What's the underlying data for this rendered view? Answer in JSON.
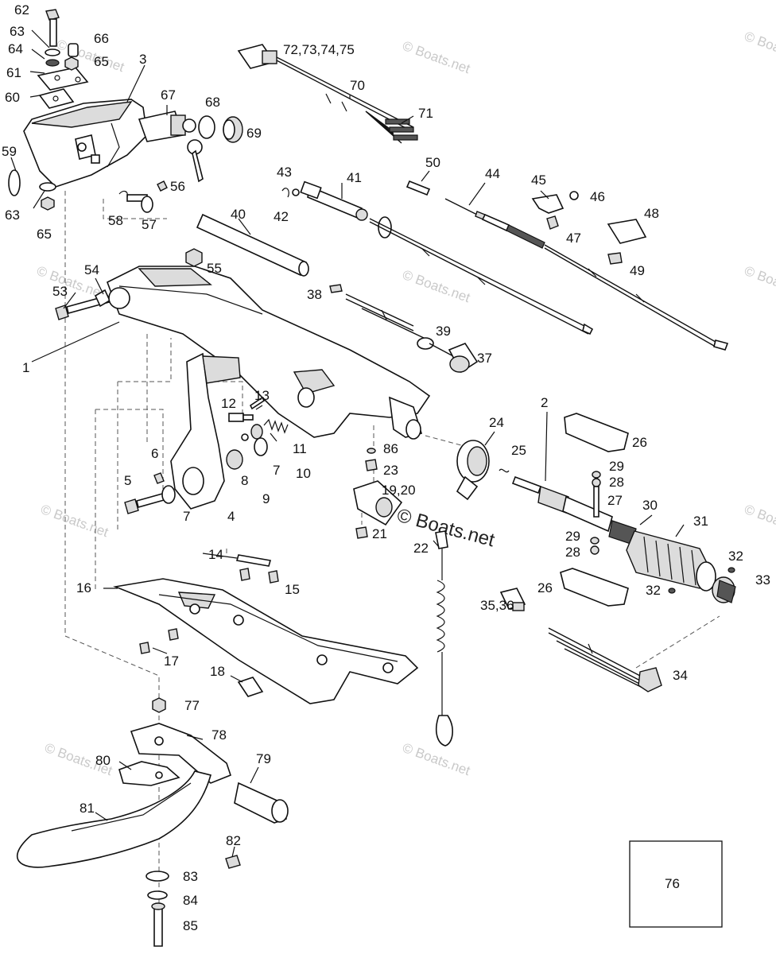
{
  "watermarks": [
    {
      "text": "© Boats.net"
    },
    {
      "text": "© Boats.net"
    },
    {
      "text": "© Boats.net"
    },
    {
      "text": "© Boats.net"
    },
    {
      "text": "© Boats.net"
    },
    {
      "text": "© Boats.net"
    },
    {
      "text": "© Boats.net"
    },
    {
      "text": "© Boats.net"
    },
    {
      "text": "© Boats.net"
    },
    {
      "text": "© Boats.net"
    }
  ],
  "center_watermark": "© Boats.net",
  "box_label": "76",
  "labels": [
    {
      "id": "62",
      "text": "62"
    },
    {
      "id": "63a",
      "text": "63"
    },
    {
      "id": "66",
      "text": "66"
    },
    {
      "id": "64",
      "text": "64"
    },
    {
      "id": "65a",
      "text": "65"
    },
    {
      "id": "3",
      "text": "3"
    },
    {
      "id": "61",
      "text": "61"
    },
    {
      "id": "60",
      "text": "60"
    },
    {
      "id": "67",
      "text": "67"
    },
    {
      "id": "68",
      "text": "68"
    },
    {
      "id": "69",
      "text": "69"
    },
    {
      "id": "59",
      "text": "59"
    },
    {
      "id": "63b",
      "text": "63"
    },
    {
      "id": "65b",
      "text": "65"
    },
    {
      "id": "56",
      "text": "56"
    },
    {
      "id": "58",
      "text": "58"
    },
    {
      "id": "57",
      "text": "57"
    },
    {
      "id": "72",
      "text": "72,73,74,75"
    },
    {
      "id": "70",
      "text": "70"
    },
    {
      "id": "71",
      "text": "71"
    },
    {
      "id": "43",
      "text": "43"
    },
    {
      "id": "41",
      "text": "41"
    },
    {
      "id": "50",
      "text": "50"
    },
    {
      "id": "44",
      "text": "44"
    },
    {
      "id": "45",
      "text": "45"
    },
    {
      "id": "46",
      "text": "46"
    },
    {
      "id": "42",
      "text": "42"
    },
    {
      "id": "40",
      "text": "40"
    },
    {
      "id": "47",
      "text": "47"
    },
    {
      "id": "48",
      "text": "48"
    },
    {
      "id": "55",
      "text": "55"
    },
    {
      "id": "49",
      "text": "49"
    },
    {
      "id": "54",
      "text": "54"
    },
    {
      "id": "53",
      "text": "53"
    },
    {
      "id": "38",
      "text": "38"
    },
    {
      "id": "39",
      "text": "39"
    },
    {
      "id": "37",
      "text": "37"
    },
    {
      "id": "1",
      "text": "1"
    },
    {
      "id": "12",
      "text": "12"
    },
    {
      "id": "13",
      "text": "13"
    },
    {
      "id": "2",
      "text": "2"
    },
    {
      "id": "24",
      "text": "24"
    },
    {
      "id": "26a",
      "text": "26"
    },
    {
      "id": "11",
      "text": "11"
    },
    {
      "id": "86",
      "text": "86"
    },
    {
      "id": "25",
      "text": "25"
    },
    {
      "id": "6",
      "text": "6"
    },
    {
      "id": "7a",
      "text": "7"
    },
    {
      "id": "23",
      "text": "23"
    },
    {
      "id": "29a",
      "text": "29"
    },
    {
      "id": "10",
      "text": "10"
    },
    {
      "id": "28a",
      "text": "28"
    },
    {
      "id": "5",
      "text": "5"
    },
    {
      "id": "8",
      "text": "8"
    },
    {
      "id": "9",
      "text": "9"
    },
    {
      "id": "19",
      "text": "19,20"
    },
    {
      "id": "27",
      "text": "27"
    },
    {
      "id": "30",
      "text": "30"
    },
    {
      "id": "31",
      "text": "31"
    },
    {
      "id": "7b",
      "text": "7"
    },
    {
      "id": "4",
      "text": "4"
    },
    {
      "id": "21",
      "text": "21"
    },
    {
      "id": "29b",
      "text": "29"
    },
    {
      "id": "22",
      "text": "22"
    },
    {
      "id": "28b",
      "text": "28"
    },
    {
      "id": "32a",
      "text": "32"
    },
    {
      "id": "14",
      "text": "14"
    },
    {
      "id": "26b",
      "text": "26"
    },
    {
      "id": "33",
      "text": "33"
    },
    {
      "id": "32b",
      "text": "32"
    },
    {
      "id": "16",
      "text": "16"
    },
    {
      "id": "15",
      "text": "15"
    },
    {
      "id": "35",
      "text": "35,36"
    },
    {
      "id": "17",
      "text": "17"
    },
    {
      "id": "18",
      "text": "18"
    },
    {
      "id": "34",
      "text": "34"
    },
    {
      "id": "77",
      "text": "77"
    },
    {
      "id": "78",
      "text": "78"
    },
    {
      "id": "79",
      "text": "79"
    },
    {
      "id": "80",
      "text": "80"
    },
    {
      "id": "81",
      "text": "81"
    },
    {
      "id": "82",
      "text": "82"
    },
    {
      "id": "83",
      "text": "83"
    },
    {
      "id": "84",
      "text": "84"
    },
    {
      "id": "85",
      "text": "85"
    }
  ]
}
